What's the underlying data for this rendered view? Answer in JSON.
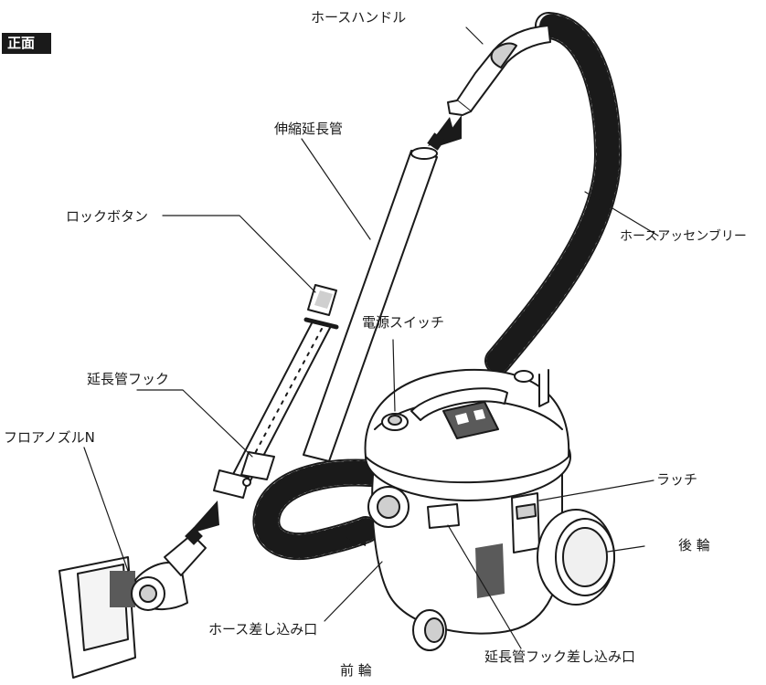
{
  "view_badge": "正面",
  "labels": {
    "hose_handle": "ホースハンドル",
    "extension_pipe": "伸縮延長管",
    "lock_button": "ロックボタン",
    "hose_assembly": "ホースアッセンブリー",
    "power_switch": "電源スイッチ",
    "pipe_hook": "延長管フック",
    "floor_nozzle": "フロアノズルN",
    "latch": "ラッチ",
    "rear_wheel": "後 輪",
    "hose_inlet": "ホース差し込み口",
    "hook_inlet": "延長管フック差し込み口",
    "front_wheel": "前 輪"
  },
  "colors": {
    "line": "#1a1a1a",
    "body": "#ffffff",
    "shade": "#cfcfcf",
    "dark": "#5a5a5a"
  }
}
